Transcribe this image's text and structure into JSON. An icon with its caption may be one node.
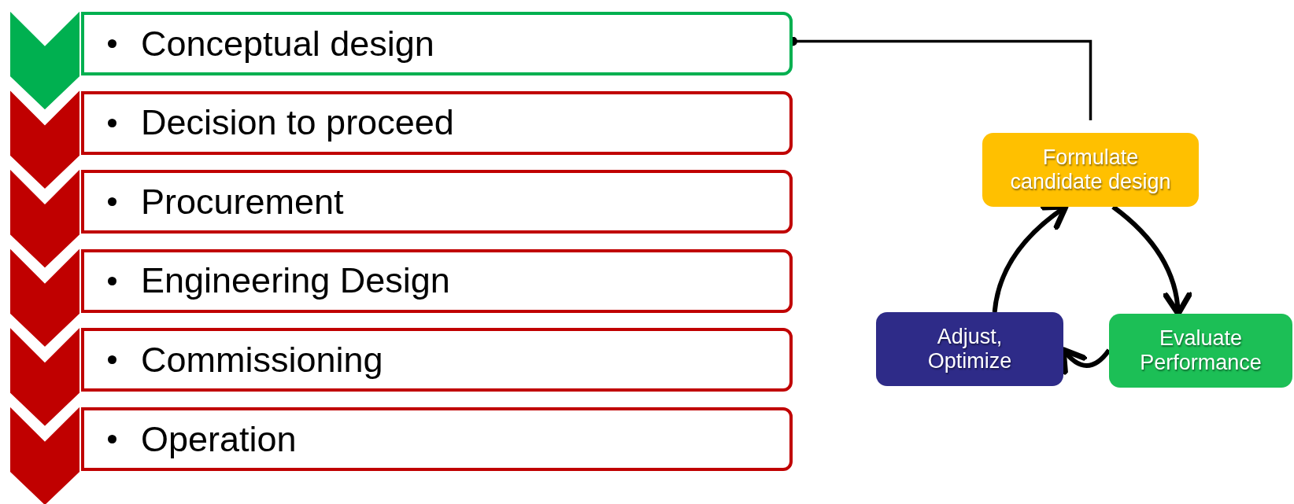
{
  "diagram": {
    "nodes": [
      {
        "text": [
          "Conceptual design"
        ]
      },
      {
        "text": [
          "Decision to proceed"
        ]
      },
      {
        "text": [
          "Procurement"
        ]
      },
      {
        "text": [
          "Engineering Design"
        ]
      },
      {
        "text": [
          "Commissioning"
        ]
      },
      {
        "text": [
          "Operation"
        ]
      },
      {
        "text": [
          "Formulate candidate design"
        ]
      },
      {
        "text": [
          "Adjust, Optimize"
        ]
      },
      {
        "text": [
          "Evaluate Performance"
        ]
      }
    ],
    "edges": [
      {
        "from": 0,
        "to": 6,
        "arrow": "other"
      },
      {
        "from": 6,
        "to": 8,
        "arrow": "to"
      },
      {
        "from": 8,
        "to": 7,
        "arrow": "to"
      },
      {
        "from": 7,
        "to": 6,
        "arrow": "to"
      }
    ]
  }
}
